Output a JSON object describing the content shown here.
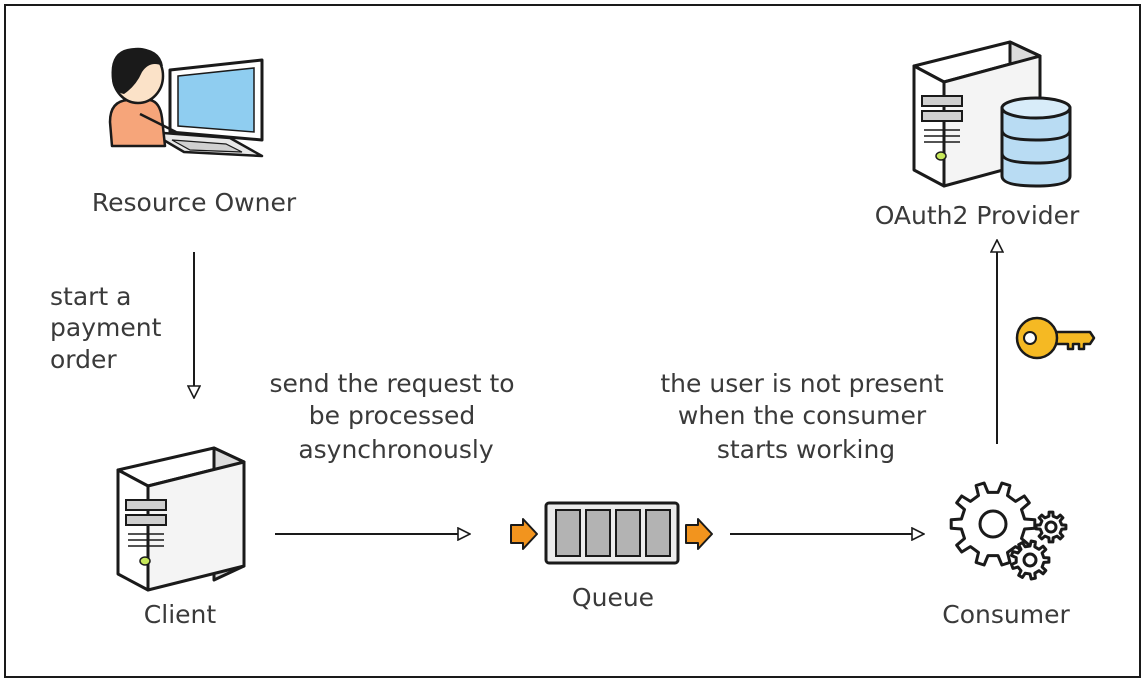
{
  "nodes": {
    "resource_owner": "Resource Owner",
    "client": "Client",
    "queue": "Queue",
    "consumer": "Consumer",
    "oauth2_provider": "OAuth2 Provider"
  },
  "edge_labels": {
    "start_payment": [
      "start a",
      "payment",
      "order"
    ],
    "send_request": [
      "send the request to",
      "be processed",
      "asynchronously"
    ],
    "user_not_present": [
      "the user is not present",
      "when the consumer",
      "starts working"
    ]
  },
  "colors": {
    "border": "#1a1a1a",
    "text": "#3a3a3a",
    "accent_orange": "#f2941e",
    "key_yellow": "#f5b923",
    "screen_blue": "#8fcdf0",
    "db_blue": "#b9dcf3",
    "server_fill": "#f4f4f4",
    "queue_cell": "#b3b3b3"
  },
  "icons": [
    "person-at-laptop-icon",
    "server-icon",
    "database-icon",
    "queue-icon",
    "gears-icon",
    "key-icon",
    "orange-arrow-icon"
  ]
}
